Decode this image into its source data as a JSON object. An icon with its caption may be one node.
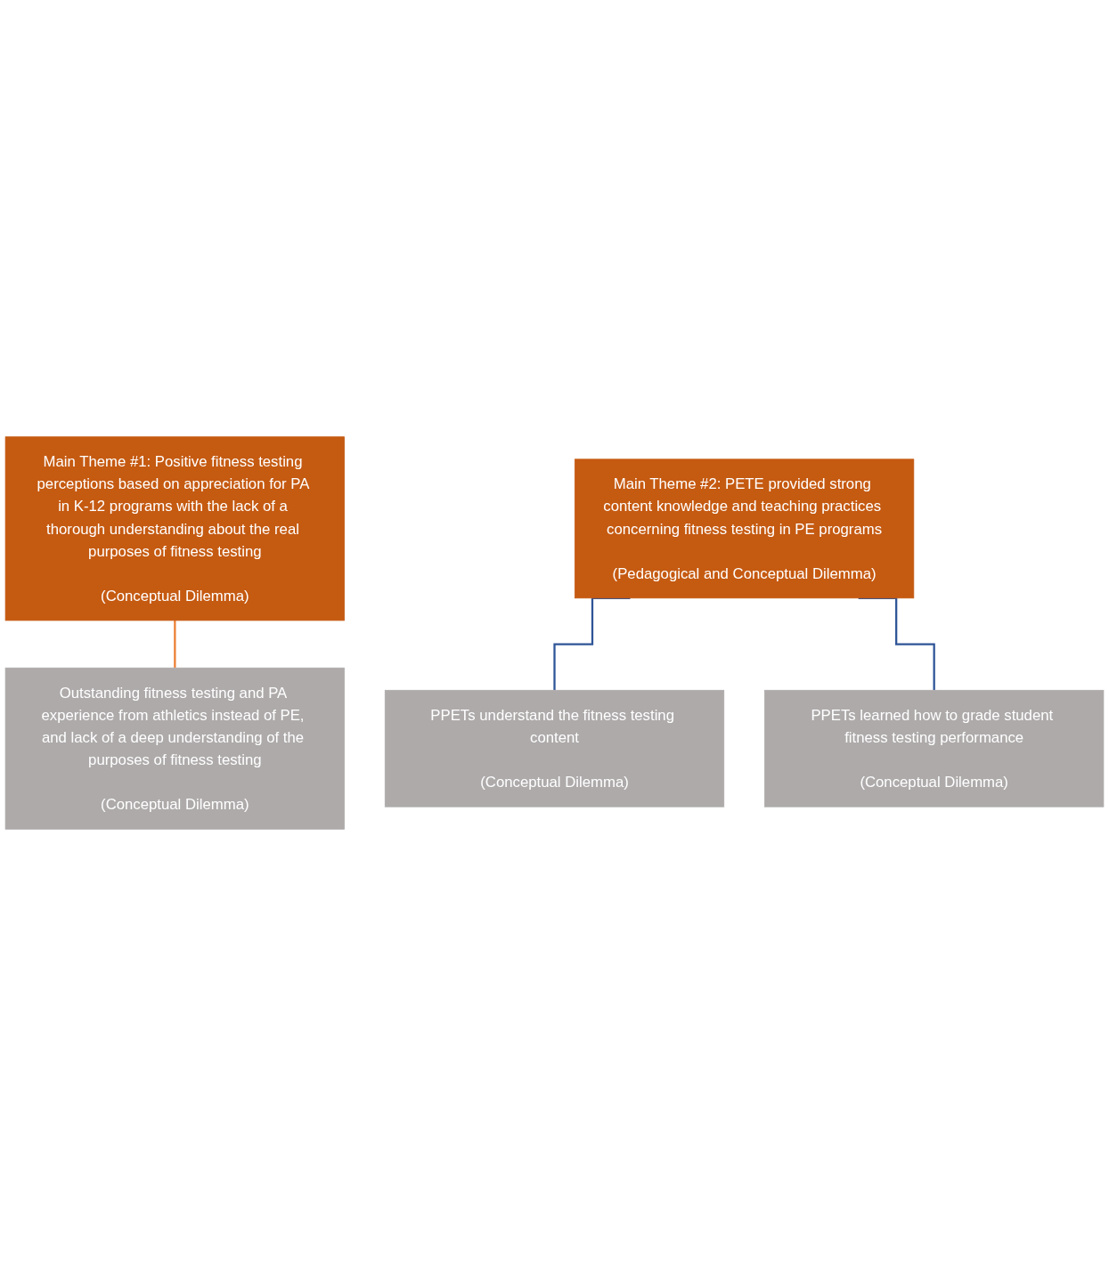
{
  "diagram": {
    "nodes": [
      {
        "text": [
          "Main Theme #1: Positive fitness testing perceptions based on appreciation for PA in K-12 programs with the lack of a thorough understanding about the real purposes of fitness testing",
          "(Conceptual Dilemma)"
        ]
      },
      {
        "text": [
          "Outstanding fitness testing and PA experience from athletics instead of PE, and lack of a deep understanding of the purposes of fitness testing",
          "(Conceptual Dilemma)"
        ]
      },
      {
        "text": [
          "Main Theme #2: PETE provided strong content knowledge and teaching practices concerning fitness testing in PE programs",
          "(Pedagogical and Conceptual Dilemma)"
        ]
      },
      {
        "text": [
          "PPETs understand the fitness testing content",
          "(Conceptual Dilemma)"
        ]
      },
      {
        "text": [
          "PPETs learned how to grade student fitness testing performance",
          "(Conceptual Dilemma)"
        ]
      }
    ],
    "edges": [
      {
        "from": 0,
        "to": 1,
        "arrow": "none",
        "color": "#ed7d31"
      },
      {
        "from": 2,
        "to": 3,
        "arrow": "none"
      },
      {
        "from": 2,
        "to": 4,
        "arrow": "none"
      }
    ]
  }
}
